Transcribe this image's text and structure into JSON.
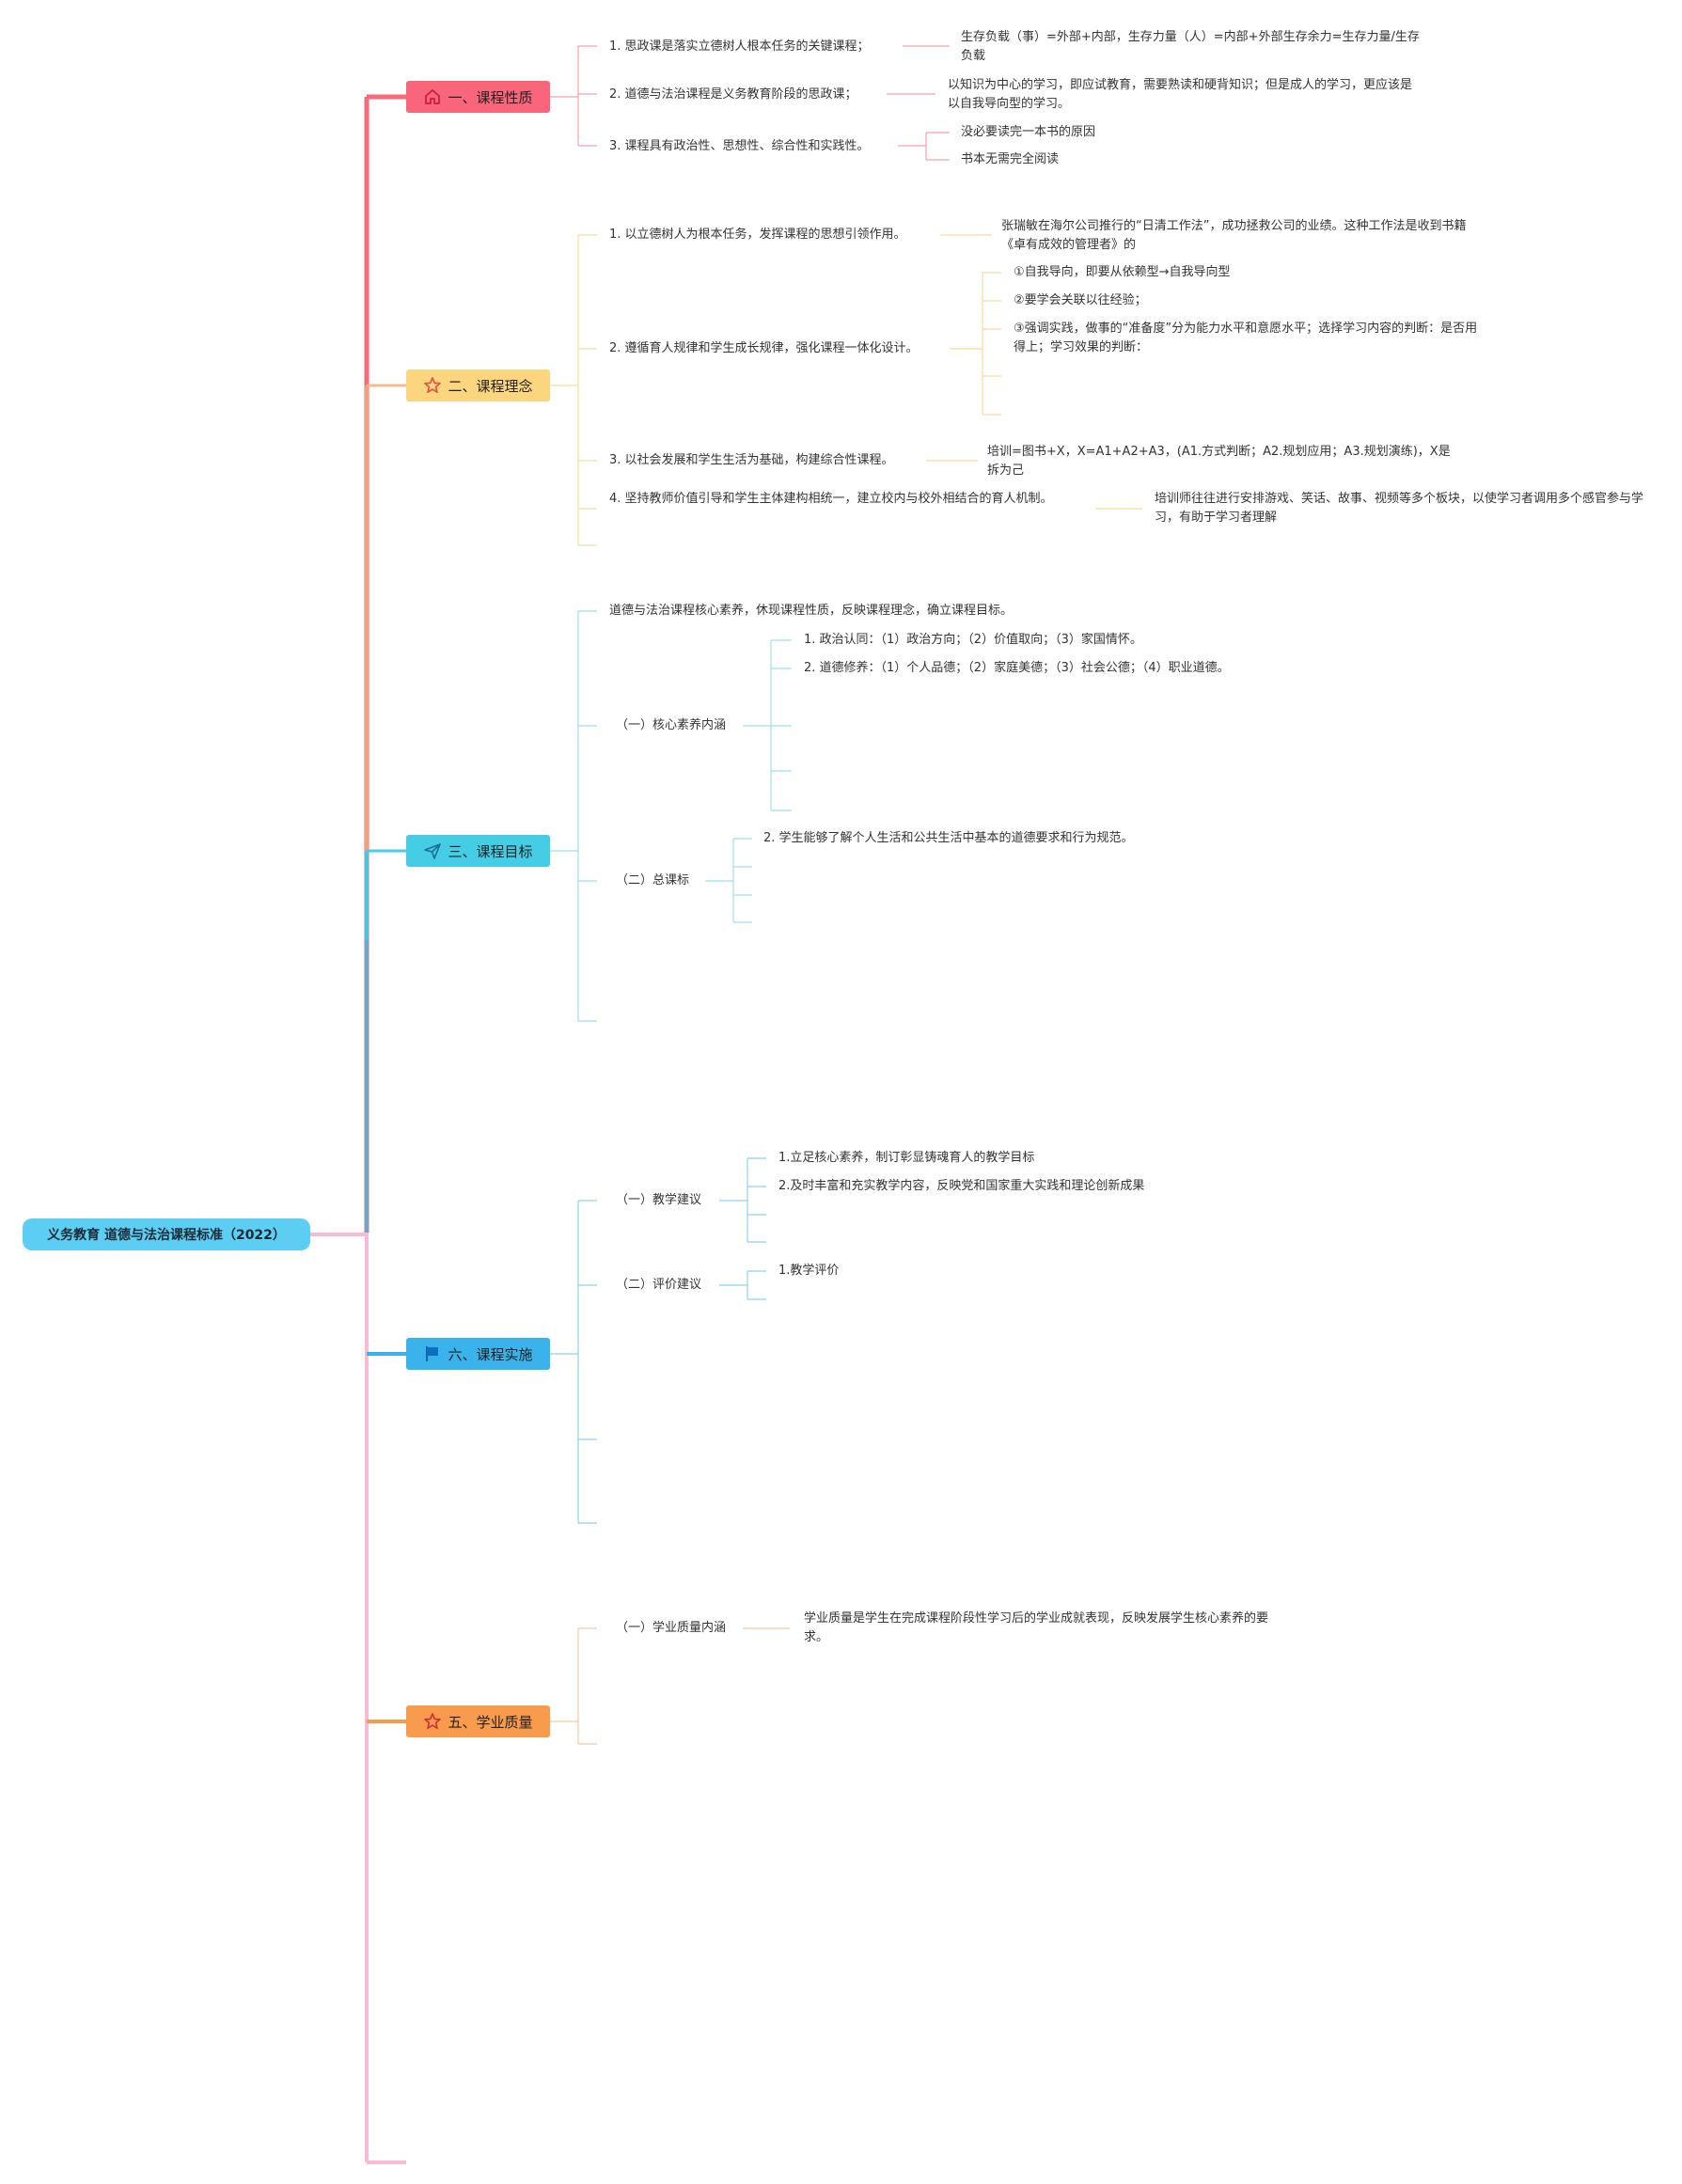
{
  "root": {
    "title": "义务教育 道德与法治课程标准（2022）"
  },
  "branch1": {
    "title": "一、课程性质",
    "icon": "home-icon",
    "color": "#f9657b",
    "items": [
      "1. 思政课是落实立德树人根本任务的关键课程；",
      "2. 道德与法治课程是义务教育阶段的思政课；",
      "3. 课程具有政治性、思想性、综合性和实践性。"
    ],
    "notes": [
      "生存负载（事）=外部+内部，生存力量（人）=内部+外部生存余力=生存力量/生存负载",
      "以知识为中心的学习，即应试教育，需要熟读和硬背知识；但是成人的学习，更应该是以自我导向型的学习。",
      "没必要读完一本书的原因",
      "书本无需完全阅读"
    ]
  },
  "branch2": {
    "title": "二、课程理念",
    "icon": "star-icon",
    "color": "#fcd57f",
    "items": [
      "1. 以立德树人为根本任务，发挥课程的思想引领作用。",
      "2. 遵循育人规律和学生成长规律，强化课程一体化设计。",
      "3. 以社会发展和学生生活为基础，构建综合性课程。",
      "4. 坚持教师价值引导和学生主体建构相统一，建立校内与校外相结合的育人机制。"
    ],
    "notes": [
      "张瑞敏在海尔公司推行的“日清工作法”，成功拯救公司的业绩。这种工作法是收到书籍《卓有成效的管理者》的",
      "①自我导向，即要从依赖型→自我导向型",
      "②要学会关联以往经验；",
      "③强调实践，做事的“准备度”分为能力水平和意愿水平；选择学习内容的判断：是否用得上；学习效果的判断：",
      "培训=图书+X，X=A1+A2+A3，(A1.方式判断；A2.规划应用；A3.规划演练)，X是拆为己",
      "培训师往往进行安排游戏、笑话、故事、视频等多个板块，以使学习者调用多个感官参与学习，有助于学习者理解"
    ]
  },
  "branch3": {
    "title": "三、课程目标",
    "icon": "send-icon",
    "color": "#44cde4",
    "intro": "道德与法治课程核心素养，休现课程性质，反映课程理念，确立课程目标。",
    "sub1": "（一）核心素养内涵",
    "sub1_items": [
      "1. 政治认同：（1）政治方向；（2）价值取向；（3）家国情怀。",
      "2. 道德修养：（1）个人品德；（2）家庭美德；（3）社会公德；（4）职业道德。"
    ],
    "sub2": "（二）总课标",
    "sub2_items": [
      "2. 学生能够了解个人生活和公共生活中基本的道德要求和行为规范。"
    ]
  },
  "branch4": {
    "title": "六、课程实施",
    "icon": "flag-icon",
    "color": "#3ab3ec",
    "sub1": "（一）教学建议",
    "sub1_items": [
      "1.立足核心素养，制订彰显铸魂育人的教学目标",
      "2.及时丰富和充实教学内容，反映党和国家重大实践和理论创新成果"
    ],
    "sub2": "（二）评价建议",
    "sub2_items": [
      "1.教学评价"
    ]
  },
  "branch5": {
    "title": "五、学业质量",
    "icon": "star-icon",
    "color": "#f99b4c",
    "sub1": "（一）学业质量内涵",
    "note": "学业质量是学生在完成课程阶段性学习后的学业成就表现，反映发展学生核心素养的要求。"
  }
}
